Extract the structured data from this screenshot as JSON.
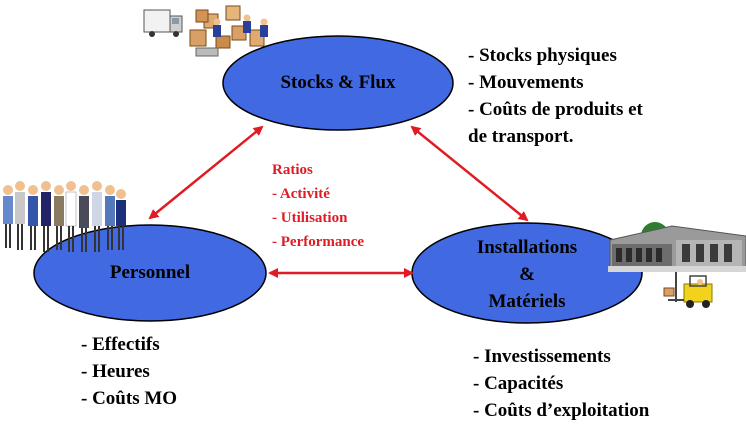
{
  "nodes": {
    "stocks": {
      "label": "Stocks & Flux",
      "items": [
        "- Stocks  physiques",
        "- Mouvements",
        "- Coûts de produits et",
        "de transport."
      ]
    },
    "personnel": {
      "label": "Personnel",
      "items": [
        "- Effectifs",
        "- Heures",
        "- Coûts MO"
      ]
    },
    "installations": {
      "label_lines": [
        "Installations",
        "&",
        "Matériels"
      ],
      "items": [
        "- Investissements",
        "- Capacités",
        "- Coûts d’exploitation"
      ]
    }
  },
  "ratios": {
    "title": "Ratios",
    "items": [
      "- Activité",
      "- Utilisation",
      "- Performance"
    ]
  },
  "colors": {
    "ellipse_fill": "#4169e1",
    "ellipse_stroke": "#000000",
    "arrow": "#e01b24",
    "ratio_text": "#e01b24"
  },
  "icons": [
    "warehouse-workers-icon",
    "people-group-icon",
    "factory-building-icon",
    "forklift-icon"
  ]
}
